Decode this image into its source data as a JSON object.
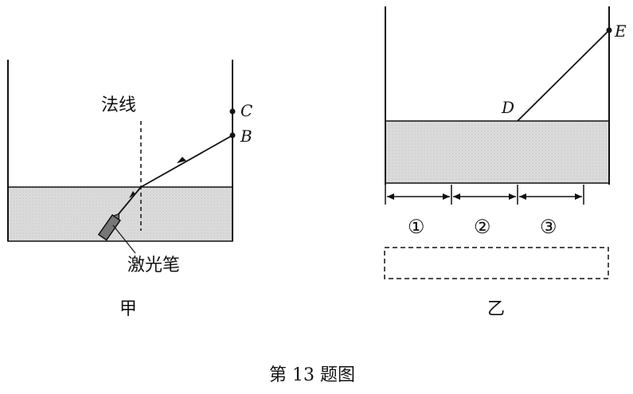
{
  "figure": {
    "caption": "第 13 题图",
    "left_panel": {
      "title": "甲",
      "normal_label": "法线",
      "laser_label": "激光笔",
      "point_c": "C",
      "point_b": "B"
    },
    "right_panel": {
      "title": "乙",
      "point_d": "D",
      "point_e": "E",
      "segment_labels": [
        "①",
        "②",
        "③"
      ]
    },
    "colors": {
      "liquid": "#d9d9d9",
      "ink": "#111111"
    }
  }
}
